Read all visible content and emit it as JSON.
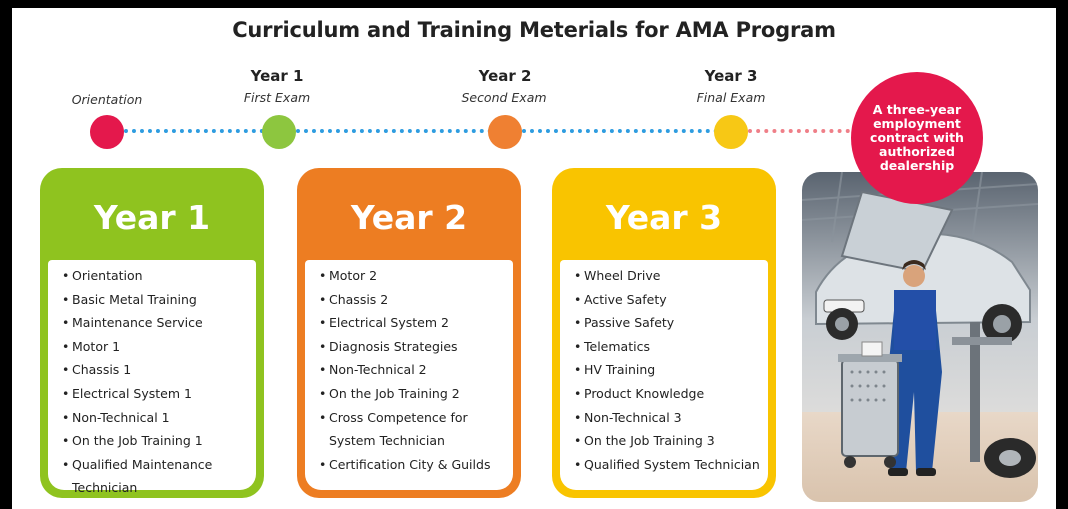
{
  "title": "Curriculum and Training Meterials for AMA Program",
  "timeline": {
    "orientation": "Orientation",
    "milestones": [
      {
        "year": "Year 1",
        "exam": "First Exam",
        "color": "#8dc63f"
      },
      {
        "year": "Year 2",
        "exam": "Second Exam",
        "color": "#ef8032"
      },
      {
        "year": "Year 3",
        "exam": "Final Exam",
        "color": "#f7c815"
      }
    ],
    "orientation_color": "#e4184c",
    "bubble": "A three-year employment contract with authorized dealership"
  },
  "cards": [
    {
      "title": "Year 1",
      "color": "#8fc31f",
      "items": [
        "Orientation",
        "Basic Metal Training",
        "Maintenance Service",
        "Motor 1",
        "Chassis 1",
        "Electrical System 1",
        "Non-Technical 1",
        "On the Job Training 1",
        "Qualified Maintenance",
        "Technician"
      ]
    },
    {
      "title": "Year 2",
      "color": "#ed7d22",
      "items": [
        "Motor 2",
        "Chassis 2",
        "Electrical System 2",
        "Diagnosis Strategies",
        "Non-Technical 2",
        "On the Job Training 2",
        "Cross Competence for",
        "System Technician",
        "Certification City & Guilds"
      ]
    },
    {
      "title": "Year 3",
      "color": "#f9c400",
      "items": [
        "Wheel Drive",
        "Active Safety",
        "Passive Safety",
        "Telematics",
        "HV Training",
        "Product Knowledge",
        "Non-Technical 3",
        "On the Job Training 3",
        "Qualified System Technician"
      ]
    }
  ],
  "photo": {
    "subject": "technician-at-car-lift"
  }
}
